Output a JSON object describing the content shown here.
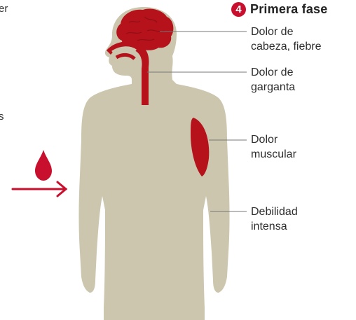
{
  "header": {
    "step": "4",
    "title": "Primera fase"
  },
  "edge_fragments": [
    "er",
    "s"
  ],
  "labels": [
    {
      "line1": "Dolor de",
      "line2": "cabeza, fiebre"
    },
    {
      "line1": "Dolor de",
      "line2": "garganta"
    },
    {
      "line1": "Dolor",
      "line2": "muscular"
    },
    {
      "line1": "Debilidad",
      "line2": "intensa"
    }
  ],
  "colors": {
    "body": "#cbc6ad",
    "accent": "#b5121b",
    "badge": "#c8102e"
  },
  "icons": [
    "blood-drop-icon",
    "arrow-right-icon"
  ]
}
